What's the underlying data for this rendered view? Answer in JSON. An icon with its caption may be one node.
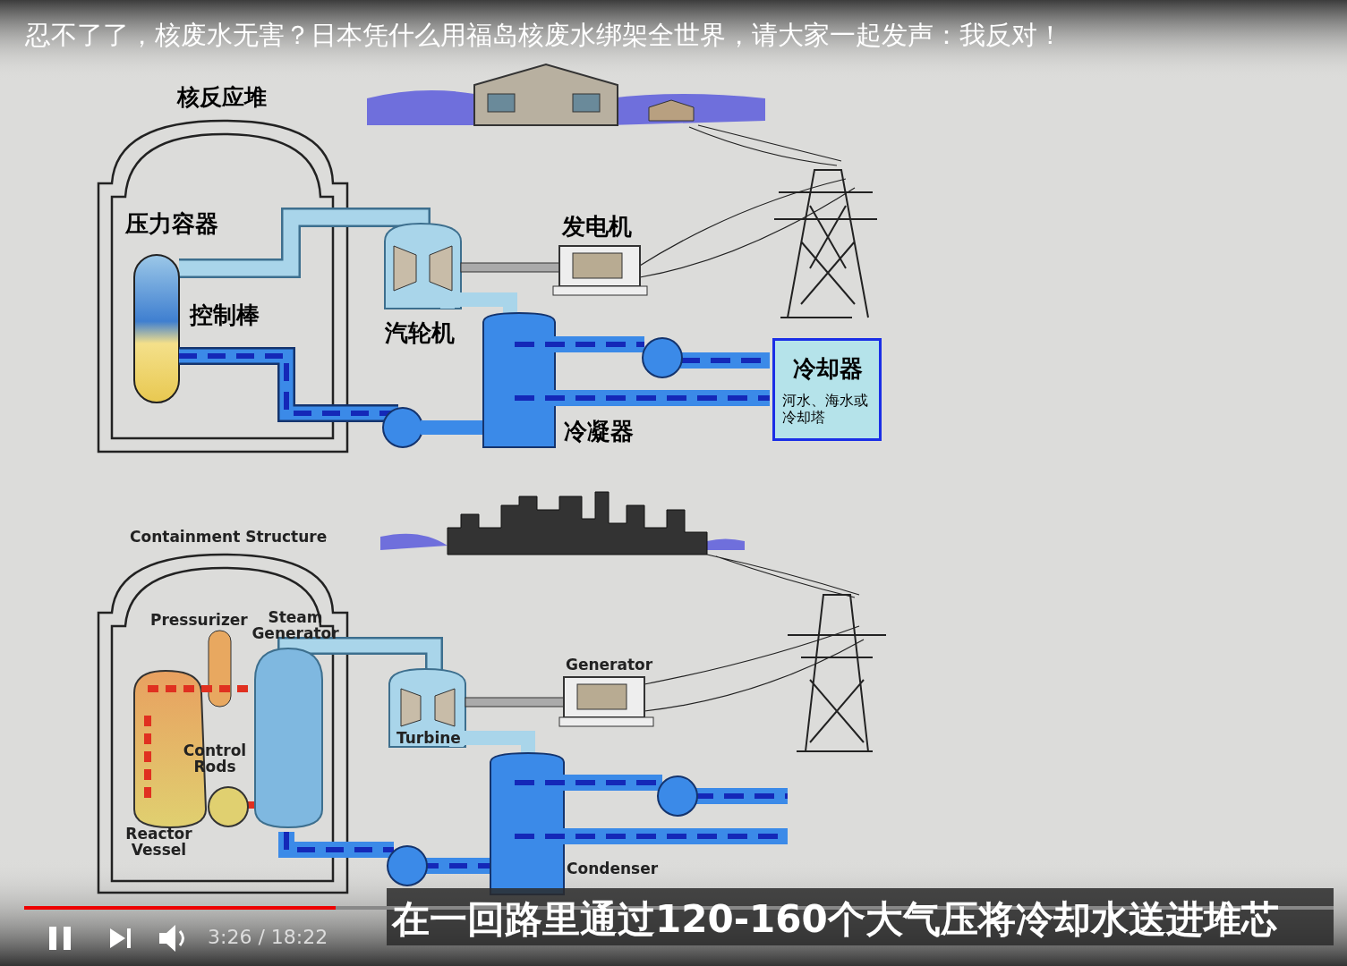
{
  "diagram": {
    "title": "忍不了了，核废水无害？日本凭什么用福岛核废水绑架全世界，请大家一起发声：我反对！",
    "nodes": [
      {
        "text": [
          "冷却器",
          "河水、海水或冷却塔"
        ]
      }
    ],
    "labels": [
      "核反应堆",
      "压力容器",
      "控制棒",
      "汽轮机",
      "发电机",
      "冷凝器",
      "Containment Structure",
      "Pressurizer",
      "Steam Generator",
      "Control Rods",
      "Turbine",
      "Generator",
      "Reactor Vessel",
      "Condenser",
      "3:26 / 18:22",
      "在一回路里通过120-160个大气压将冷却水送进堆芯"
    ]
  }
}
